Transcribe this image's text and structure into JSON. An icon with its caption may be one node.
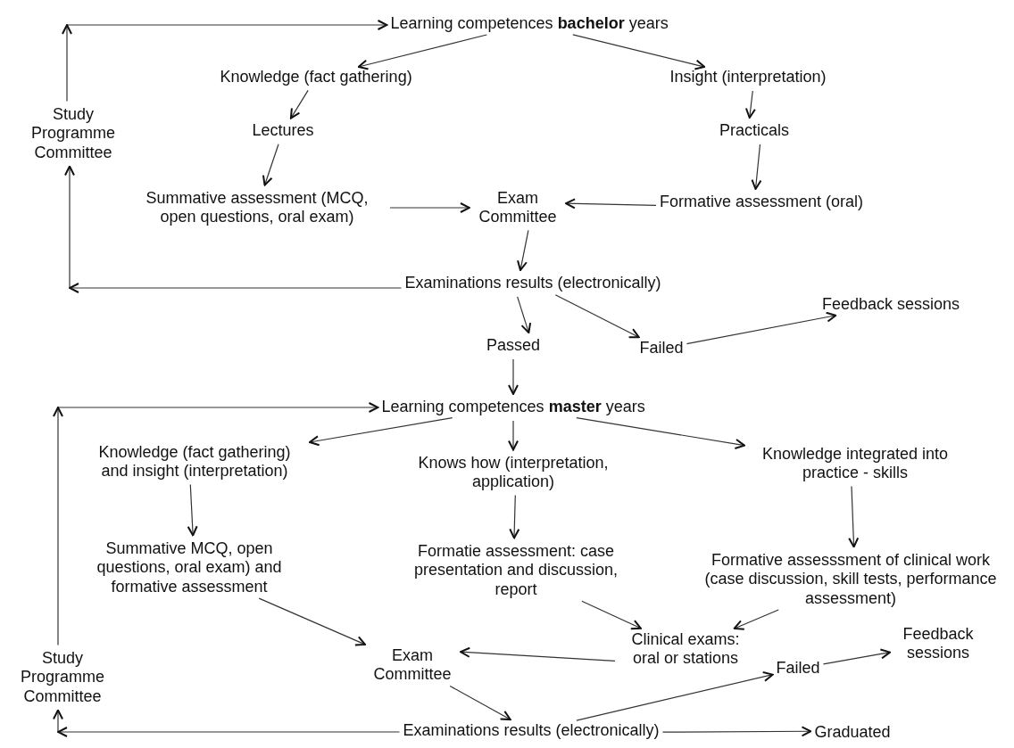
{
  "diagram": {
    "nodes": [
      {
        "text": [
          "Learning competences **bachelor** years"
        ]
      },
      {
        "text": [
          "Study Programme Committee"
        ]
      },
      {
        "text": [
          "Knowledge (fact gathering)"
        ]
      },
      {
        "text": [
          "Insight (interpretation)"
        ]
      },
      {
        "text": [
          "Lectures"
        ]
      },
      {
        "text": [
          "Practicals"
        ]
      },
      {
        "text": [
          "Summative assessment (MCQ, open questions, oral exam)"
        ]
      },
      {
        "text": [
          "Exam Committee"
        ]
      },
      {
        "text": [
          "Formative assessment (oral)"
        ]
      },
      {
        "text": [
          "Examinations results (electronically)"
        ]
      },
      {
        "text": [
          "Passed"
        ]
      },
      {
        "text": [
          "Failed"
        ]
      },
      {
        "text": [
          "Feedback sessions"
        ]
      },
      {
        "text": [
          "Learning competences **master** years"
        ]
      },
      {
        "text": [
          "Knowledge (fact gathering) and insight (interpretation)"
        ]
      },
      {
        "text": [
          "Knows how (interpretation, application)"
        ]
      },
      {
        "text": [
          "Knowledge integrated into practice - skills"
        ]
      },
      {
        "text": [
          "Summative MCQ, open questions, oral exam) and formative assessment"
        ]
      },
      {
        "text": [
          "Formatie assessment: case presentation and discussion, report"
        ]
      },
      {
        "text": [
          "Formative assesssment of clinical work (case discussion, skill tests, performance assessment)"
        ]
      },
      {
        "text": [
          "Clinical exams: oral or stations"
        ]
      },
      {
        "text": [
          "Study Programme Committee"
        ]
      },
      {
        "text": [
          "Exam Committee"
        ]
      },
      {
        "text": [
          "Feedback sessions"
        ]
      },
      {
        "text": [
          "Failed"
        ]
      },
      {
        "text": [
          "Examinations results (electronically)"
        ]
      },
      {
        "text": [
          "Graduated"
        ]
      }
    ],
    "edges": [
      {
        "from": 1,
        "to": 0,
        "arrow": "to"
      },
      {
        "from": 0,
        "to": 2,
        "arrow": "to"
      },
      {
        "from": 0,
        "to": 3,
        "arrow": "to"
      },
      {
        "from": 2,
        "to": 4,
        "arrow": "to"
      },
      {
        "from": 3,
        "to": 5,
        "arrow": "to"
      },
      {
        "from": 4,
        "to": 6,
        "arrow": "to"
      },
      {
        "from": 5,
        "to": 8,
        "arrow": "to"
      },
      {
        "from": 6,
        "to": 7,
        "arrow": "to"
      },
      {
        "from": 8,
        "to": 7,
        "arrow": "to"
      },
      {
        "from": 7,
        "to": 9,
        "arrow": "to"
      },
      {
        "from": 9,
        "to": 1,
        "arrow": "to"
      },
      {
        "from": 9,
        "to": 10,
        "arrow": "to"
      },
      {
        "from": 9,
        "to": 11,
        "arrow": "to"
      },
      {
        "from": 11,
        "to": 12,
        "arrow": "to"
      },
      {
        "from": 10,
        "to": 13,
        "arrow": "to"
      },
      {
        "from": 21,
        "to": 13,
        "arrow": "to"
      },
      {
        "from": 13,
        "to": 14,
        "arrow": "to"
      },
      {
        "from": 13,
        "to": 15,
        "arrow": "to"
      },
      {
        "from": 13,
        "to": 16,
        "arrow": "to"
      },
      {
        "from": 14,
        "to": 17,
        "arrow": "to"
      },
      {
        "from": 15,
        "to": 18,
        "arrow": "to"
      },
      {
        "from": 16,
        "to": 19,
        "arrow": "to"
      },
      {
        "from": 18,
        "to": 20,
        "arrow": "to"
      },
      {
        "from": 19,
        "to": 20,
        "arrow": "to"
      },
      {
        "from": 17,
        "to": 22,
        "arrow": "to"
      },
      {
        "from": 20,
        "to": 22,
        "arrow": "to"
      },
      {
        "from": 22,
        "to": 25,
        "arrow": "to"
      },
      {
        "from": 25,
        "to": 21,
        "arrow": "to"
      },
      {
        "from": 25,
        "to": 24,
        "arrow": "to"
      },
      {
        "from": 24,
        "to": 23,
        "arrow": "to"
      },
      {
        "from": 25,
        "to": 26,
        "arrow": "to"
      }
    ]
  }
}
